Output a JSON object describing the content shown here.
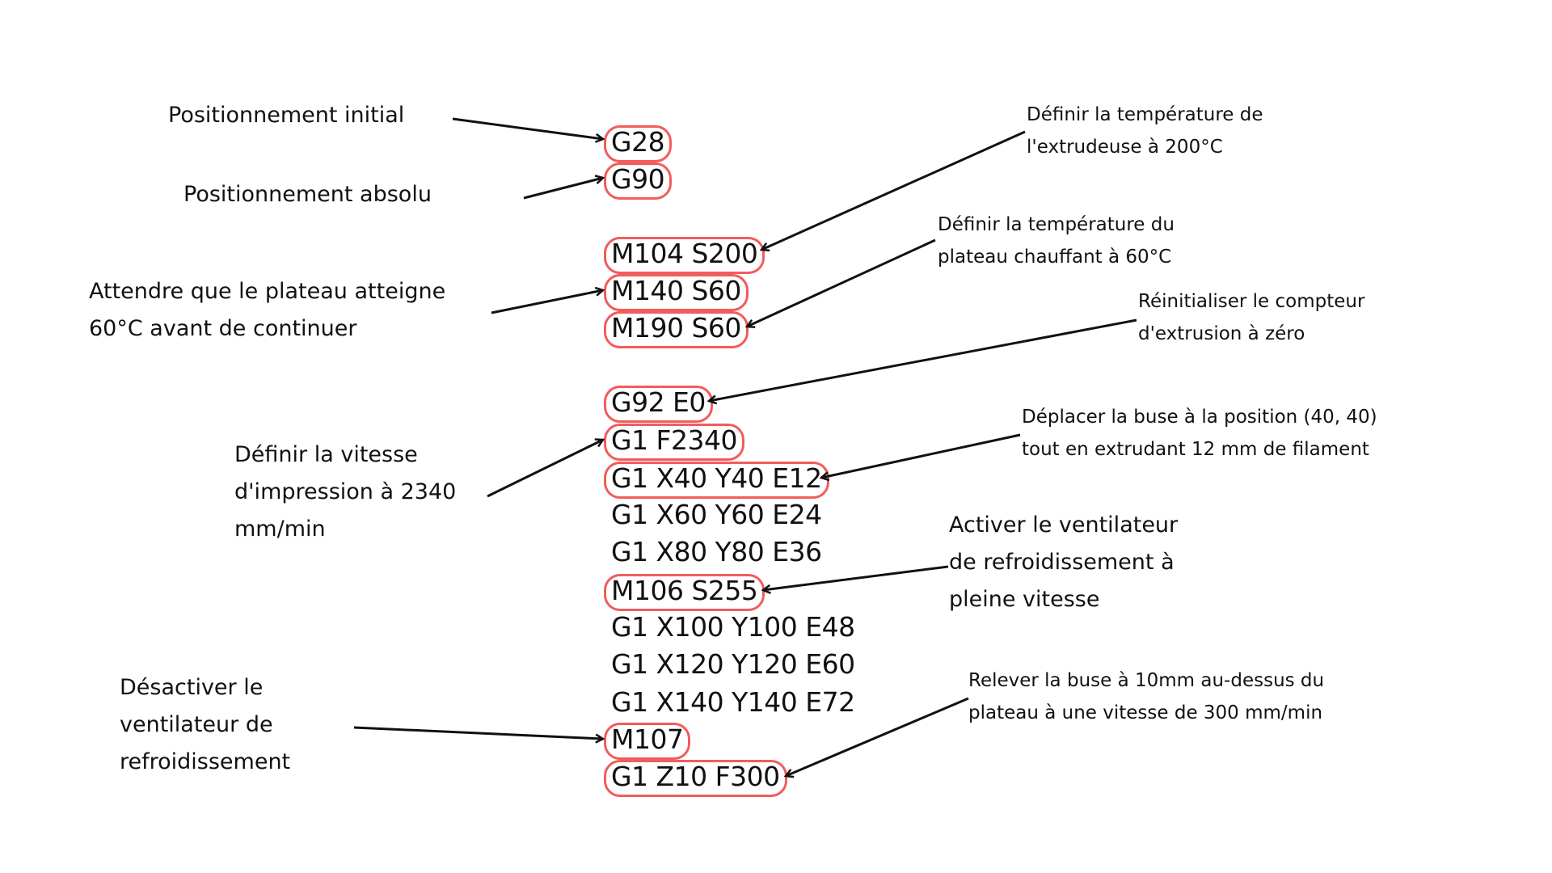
{
  "colors": {
    "highlight": "#f25c5c",
    "text": "#111111",
    "background": "#ffffff"
  },
  "code_lines": [
    {
      "text": "G28",
      "highlighted": true
    },
    {
      "text": "G90",
      "highlighted": true
    },
    {
      "text": "M104 S200",
      "highlighted": true
    },
    {
      "text": "M140 S60",
      "highlighted": true
    },
    {
      "text": "M190 S60",
      "highlighted": true
    },
    {
      "text": "G92 E0",
      "highlighted": true
    },
    {
      "text": "G1 F2340",
      "highlighted": true
    },
    {
      "text": "G1 X40 Y40 E12",
      "highlighted": true
    },
    {
      "text": "G1 X60 Y60 E24",
      "highlighted": false
    },
    {
      "text": "G1 X80 Y80 E36",
      "highlighted": false
    },
    {
      "text": "M106 S255",
      "highlighted": true
    },
    {
      "text": "G1 X100 Y100 E48",
      "highlighted": false
    },
    {
      "text": "G1 X120 Y120 E60",
      "highlighted": false
    },
    {
      "text": "G1 X140 Y140 E72",
      "highlighted": false
    },
    {
      "text": "M107",
      "highlighted": true
    },
    {
      "text": "G1 Z10 F300",
      "highlighted": true
    }
  ],
  "annotations": {
    "g28": {
      "lines": [
        "Positionnement initial"
      ],
      "target": "G28"
    },
    "g90": {
      "lines": [
        "Positionnement absolu"
      ],
      "target": "G90"
    },
    "m104": {
      "lines": [
        "Définir la température de",
        "l'extrudeuse à 200°C"
      ],
      "target": "M104 S200"
    },
    "m190": {
      "lines": [
        "Définir la température du",
        "plateau chauffant à 60°C"
      ],
      "target": "M190 S60"
    },
    "m140": {
      "lines": [
        "Attendre que le plateau atteigne",
        "60°C avant de continuer"
      ],
      "target": "M140 S60"
    },
    "g92": {
      "lines": [
        "Réinitialiser le compteur",
        "d'extrusion à zéro"
      ],
      "target": "G92 E0"
    },
    "g1f": {
      "lines": [
        "Définir la vitesse",
        "d'impression à 2340",
        "mm/min"
      ],
      "target": "G1 F2340"
    },
    "g1x40": {
      "lines": [
        "Déplacer la buse à la position (40, 40)",
        "tout en extrudant 12 mm de filament"
      ],
      "target": "G1 X40 Y40 E12"
    },
    "m106": {
      "lines": [
        "Activer le ventilateur",
        "de refroidissement à",
        "pleine vitesse"
      ],
      "target": "M106 S255"
    },
    "m107": {
      "lines": [
        "Désactiver le",
        "ventilateur de",
        "refroidissement"
      ],
      "target": "M107"
    },
    "g1z": {
      "lines": [
        "Relever la buse à 10mm au-dessus du",
        "plateau à une vitesse de 300 mm/min"
      ],
      "target": "G1 Z10 F300"
    }
  }
}
